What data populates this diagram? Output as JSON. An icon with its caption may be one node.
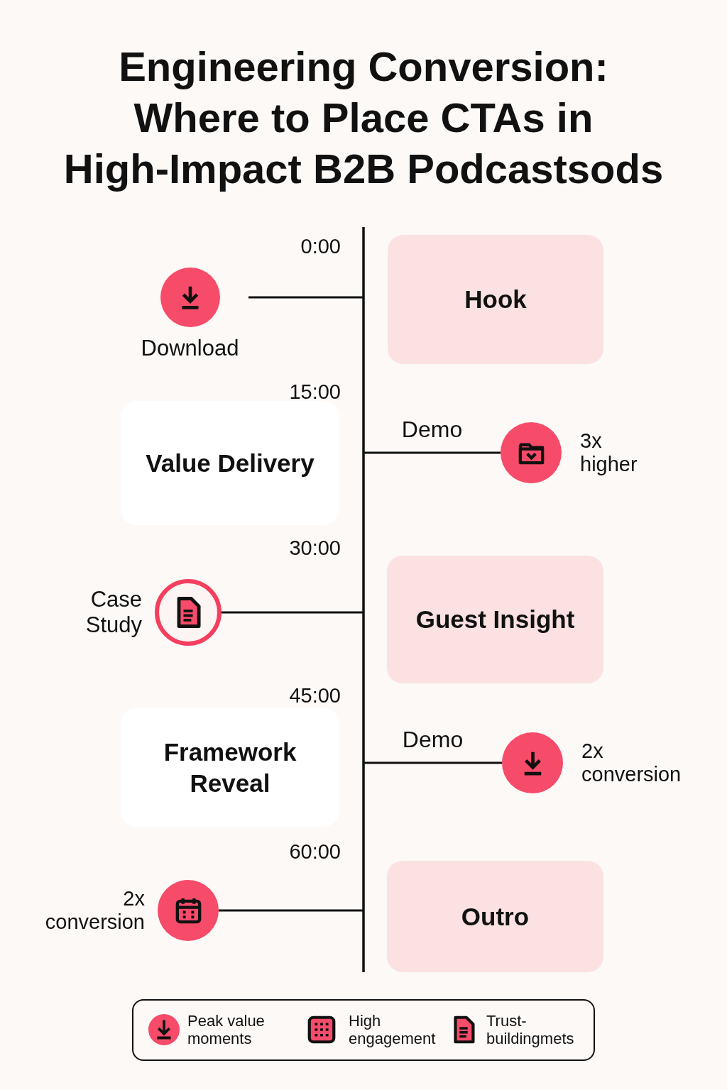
{
  "diagram": {
    "title": "Engineering Conversion: Where to Place CTAs in High-Impact B2B Podcastsods",
    "nodes": [
      {
        "text": [
          "Hook"
        ]
      },
      {
        "text": [
          "Download"
        ]
      },
      {
        "text": [
          "Value Delivery"
        ]
      },
      {
        "text": [],
        "shape": "circle",
        "beside": [
          "3x higher"
        ]
      },
      {
        "text": [
          "Guest Insight"
        ]
      },
      {
        "text": [
          "Case Study"
        ]
      },
      {
        "text": [
          "Framework Reveal"
        ]
      },
      {
        "text": [],
        "shape": "circle",
        "beside": [
          "2x conversion"
        ]
      },
      {
        "text": [
          "Outro"
        ]
      },
      {
        "text": [],
        "shape": "circle",
        "beside": [
          "2x conversion"
        ]
      }
    ],
    "edges": [
      {
        "from": 1,
        "to": null,
        "arrow": "none"
      },
      {
        "from": 3,
        "to": null,
        "arrow": "none",
        "label": "Demo"
      },
      {
        "from": 5,
        "to": null,
        "arrow": "none"
      },
      {
        "from": 7,
        "to": null,
        "arrow": "none",
        "label": "Demo"
      },
      {
        "from": 9,
        "to": null,
        "arrow": "none"
      }
    ],
    "labels": [
      "0:00",
      "15:00",
      "30:00",
      "45:00",
      "60:00"
    ],
    "legend": [
      {
        "text": "Peak value moments"
      },
      {
        "text": "High engagement"
      },
      {
        "text": "Trust- buildingmets"
      }
    ]
  }
}
